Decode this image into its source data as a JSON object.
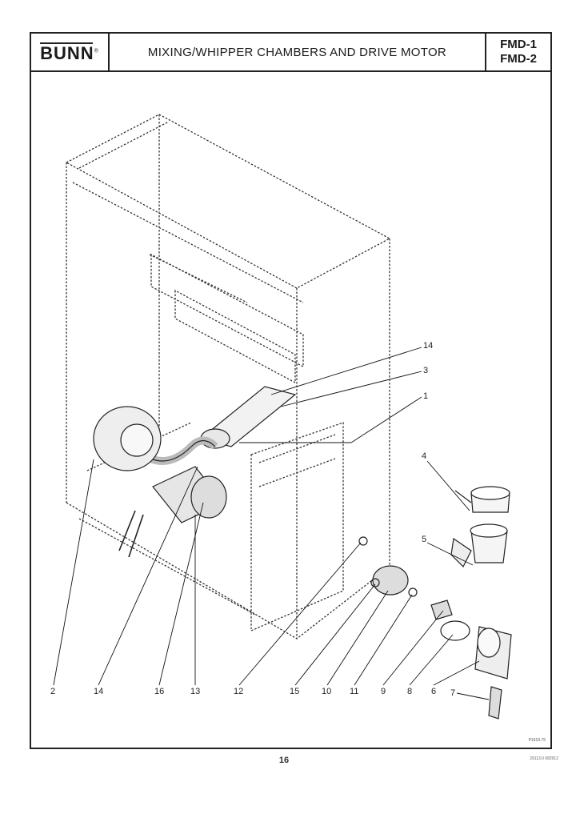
{
  "header": {
    "brand": "BUNN",
    "brand_mark": "®",
    "title": "MIXING/WHIPPER CHAMBERS AND DRIVE MOTOR",
    "models": [
      "FMD-1",
      "FMD-2"
    ]
  },
  "callouts": {
    "top": [
      "14",
      "3",
      "1",
      "4",
      "5"
    ],
    "bottom": [
      "2",
      "14",
      "16",
      "13",
      "12",
      "15",
      "10",
      "11",
      "9",
      "8",
      "6",
      "7"
    ]
  },
  "figure_code": "P1619.75",
  "page_number": "16",
  "doc_code": "29113.0 082912"
}
